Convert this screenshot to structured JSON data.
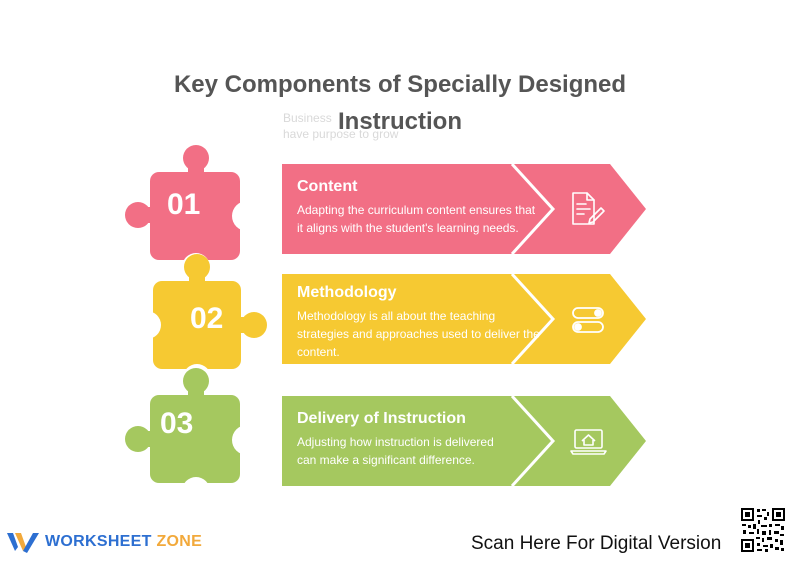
{
  "title": "Key Components of Specially Designed Instruction",
  "ghost_text": [
    "Business",
    "have purpose to grow"
  ],
  "items": [
    {
      "number": "01",
      "title": "Content",
      "description": "Adapting the curriculum content ensures that it aligns with the student's learning needs.",
      "icon": "document-pencil-icon",
      "color": "#f26f85"
    },
    {
      "number": "02",
      "title": "Methodology",
      "description": "Methodology is all about the teaching strategies and approaches used to deliver the content.",
      "icon": "toggle-switches-icon",
      "color": "#f6c932"
    },
    {
      "number": "03",
      "title": "Delivery of Instruction",
      "description": "Adjusting how instruction is delivered can make a significant difference.",
      "icon": "laptop-home-icon",
      "color": "#a5c85f"
    }
  ],
  "footer": {
    "logo_word1": "WORKSHEET",
    "logo_word2": "ZONE",
    "scan_label": "Scan Here For Digital Version"
  }
}
